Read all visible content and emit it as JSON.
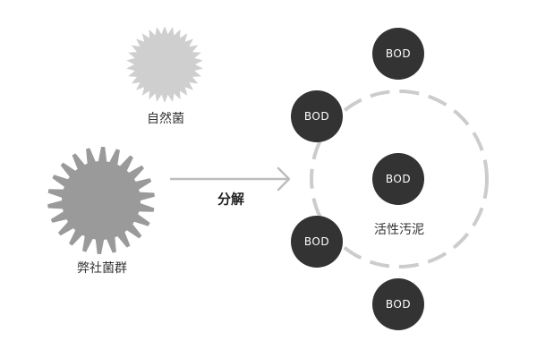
{
  "labels": {
    "natural_bacteria": "自然菌",
    "our_bacteria_group": "弊社菌群",
    "decompose": "分解",
    "activated_sludge": "活性汚泥"
  },
  "bod_nodes": [
    {
      "label": "BOD"
    },
    {
      "label": "BOD"
    },
    {
      "label": "BOD"
    },
    {
      "label": "BOD"
    },
    {
      "label": "BOD"
    }
  ],
  "colors": {
    "natural_bacteria_fill": "#cfcfcf",
    "our_bacteria_fill": "#9a9a9a",
    "bod_fill": "#333333",
    "arrow": "#bdbdbd",
    "dashed_circle": "#cccccc"
  }
}
